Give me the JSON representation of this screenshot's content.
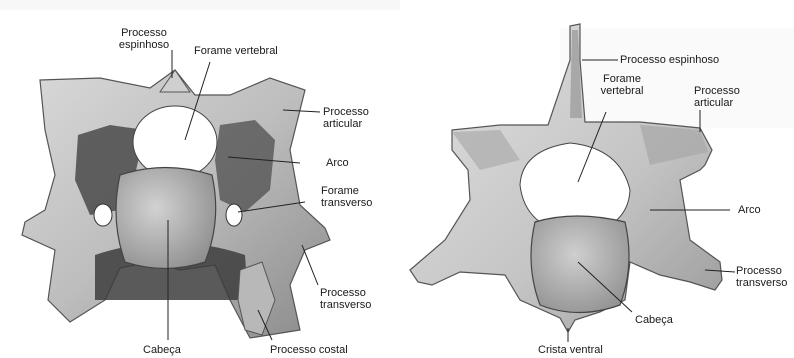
{
  "left_figure": {
    "labels": {
      "processo_espinhoso": "Processo\nespinhoso",
      "forame_vertebral": "Forame vertebral",
      "processo_articular": "Processo\narticular",
      "arco": "Arco",
      "forame_transverso": "Forame\ntransverso",
      "processo_transverso": "Processo\ntransverso",
      "cabeca": "Cabeça",
      "processo_costal": "Processo costal"
    }
  },
  "right_figure": {
    "labels": {
      "processo_espinhoso": "Processo espinhoso",
      "forame_vertebral": "Forame\nvertebral",
      "processo_articular": "Processo\narticular",
      "arco": "Arco",
      "processo_transverso": "Processo\ntransverso",
      "cabeca": "Cabeça",
      "crista_ventral": "Crista ventral"
    }
  }
}
